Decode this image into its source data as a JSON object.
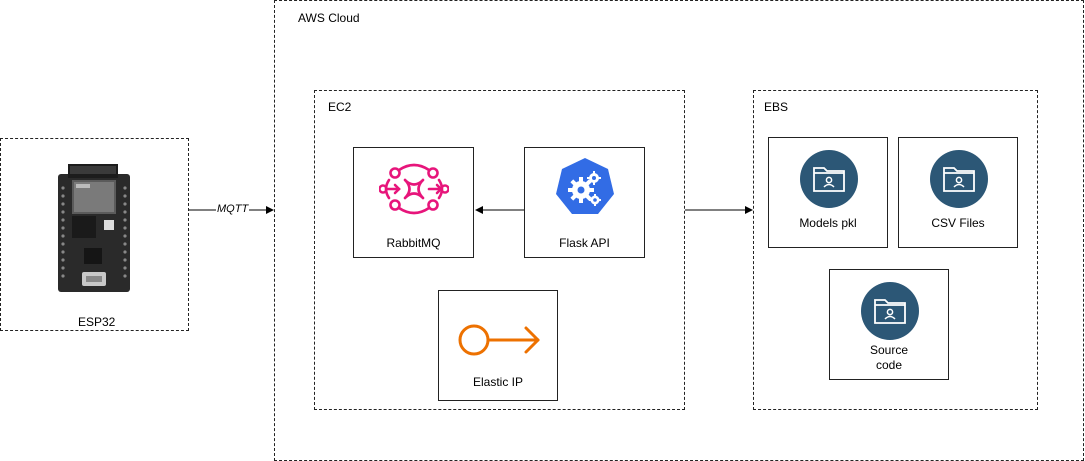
{
  "esp32": {
    "label": "ESP32"
  },
  "edge_label": "MQTT",
  "aws": {
    "label": "AWS Cloud"
  },
  "ec2": {
    "label": "EC2",
    "rabbitmq": {
      "label": "RabbitMQ",
      "icon": "rabbitmq-icon"
    },
    "flask": {
      "label": "Flask API",
      "icon": "kubernetes-gear-icon"
    },
    "elastic_ip": {
      "label": "Elastic IP",
      "icon": "elastic-ip-icon"
    }
  },
  "ebs": {
    "label": "EBS",
    "items": [
      {
        "label": "Models pkl",
        "icon": "folder-icon"
      },
      {
        "label": "CSV Files",
        "icon": "folder-icon"
      },
      {
        "label_line1": "Source",
        "label_line2": "code",
        "icon": "folder-icon"
      }
    ]
  },
  "colors": {
    "rabbitmq": "#e7157b",
    "kubernetes": "#326ce5",
    "elastic_ip": "#ed7100",
    "folder_circle": "#2c5776",
    "board": "#2a2a2a"
  }
}
